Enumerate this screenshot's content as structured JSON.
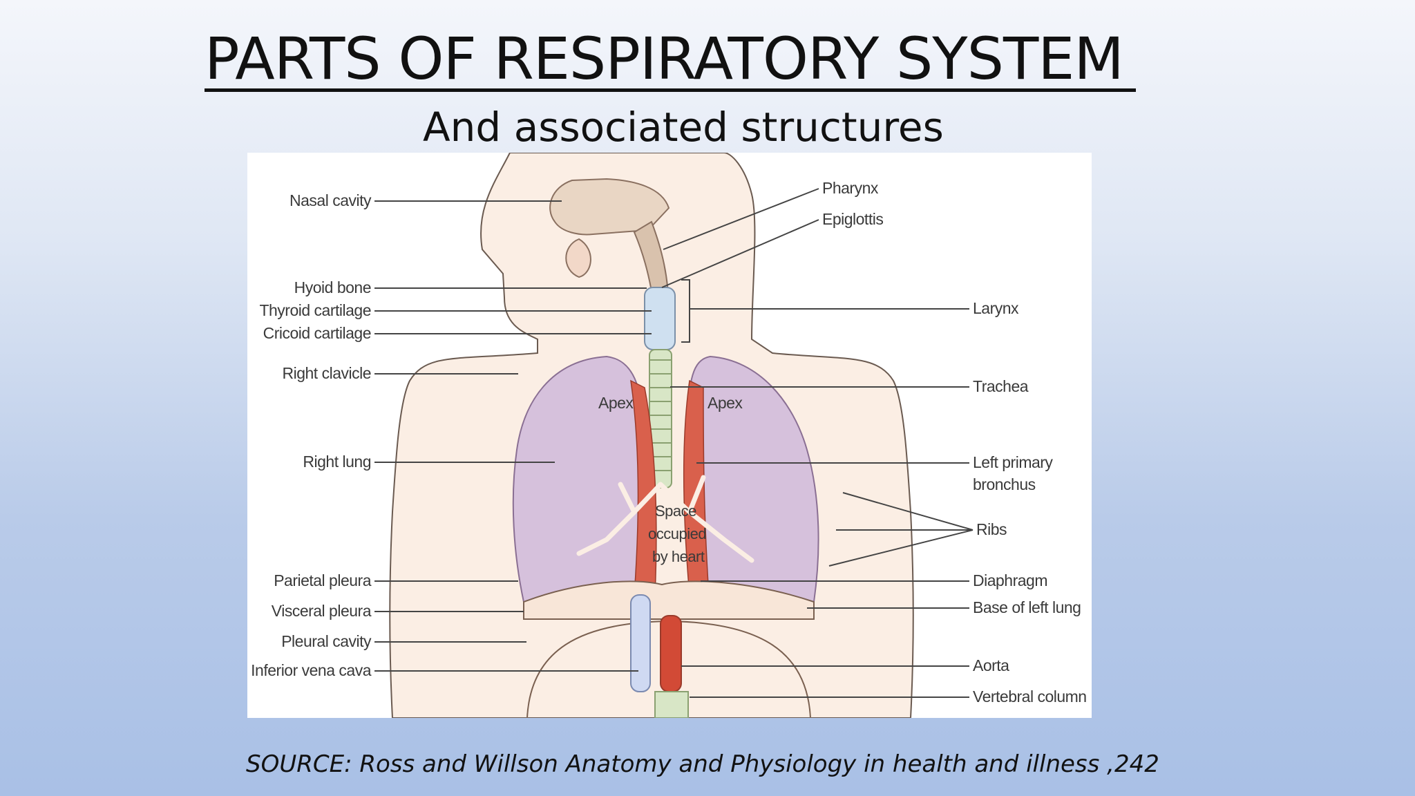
{
  "slide": {
    "title": "PARTS OF RESPIRATORY SYSTEM",
    "subtitle": "And associated structures",
    "source": "SOURCE: Ross and Willson Anatomy and Physiology in health and illness ,242"
  },
  "diagram": {
    "labels_left": [
      "Nasal cavity",
      "Hyoid bone",
      "Thyroid cartilage",
      "Cricoid cartilage",
      "Right clavicle",
      "Right lung",
      "Parietal pleura",
      "Visceral pleura",
      "Pleural cavity",
      "Inferior vena cava"
    ],
    "labels_right": [
      "Pharynx",
      "Epiglottis",
      "Larynx",
      "Trachea",
      "Left primary",
      "bronchus",
      "Ribs",
      "Diaphragm",
      "Base of left lung",
      "Aorta",
      "Vertebral column"
    ],
    "inner_labels": {
      "apex_right": "Apex",
      "apex_left": "Apex",
      "heart_space_1": "Space",
      "heart_space_2": "occupied",
      "heart_space_3": "by heart"
    },
    "colors": {
      "skin": "#fbeee4",
      "lung": "#d6c1dc",
      "lung_red": "#d9604c",
      "trachea": "#d8e6c6",
      "ivc": "#cfd9f2",
      "aorta": "#d24a36"
    }
  }
}
